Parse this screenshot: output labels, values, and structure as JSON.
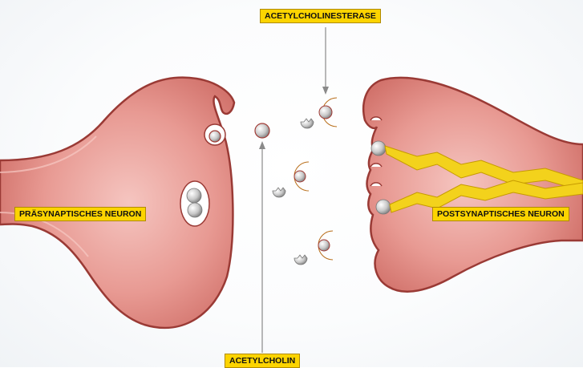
{
  "labels": {
    "acetylcholinesterase": "ACETYLCHOLINESTERASE",
    "acetylcholin": "ACETYLCHOLIN",
    "presynaptic": "PRÄSYNAPTISCHES NEURON",
    "postsynaptic": "POSTSYNAPTISCHES NEURON"
  },
  "colors": {
    "label_fill": "#fcd400",
    "neuron_body": "#e69a94",
    "neuron_outline": "#9a3a35",
    "enzyme": "#e9a94a",
    "signal": "#f3d21c"
  }
}
